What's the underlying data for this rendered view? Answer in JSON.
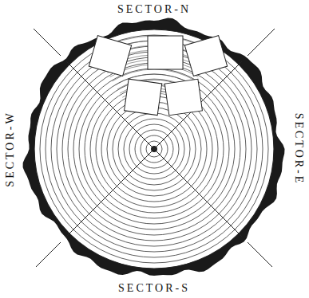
{
  "diagram": {
    "labels": [
      "SECTOR-N",
      "SECTOR-E",
      "SECTOR-S",
      "SECTOR-W"
    ]
  }
}
